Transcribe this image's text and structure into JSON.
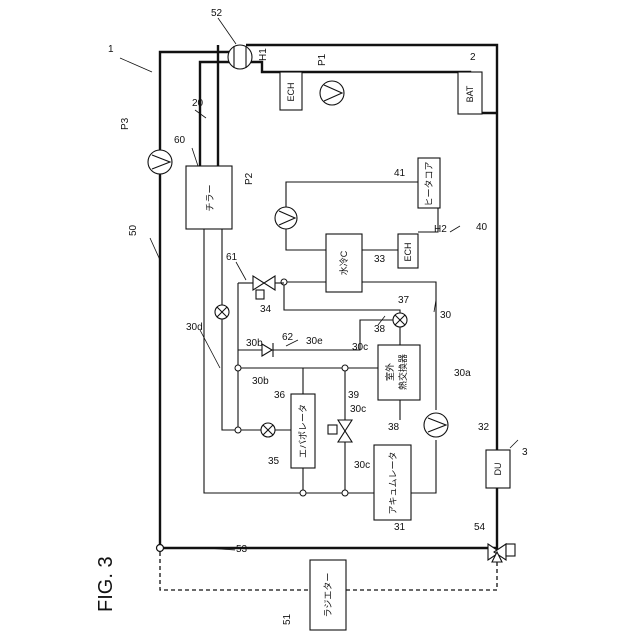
{
  "figure_title": "FIG. 3",
  "components": {
    "chiller": "チラー",
    "water_cooled_condenser": "水冷C",
    "heater_core": "ヒータコア",
    "ech_h2": "ECH",
    "ech_h1": "ECH",
    "battery": "BAT",
    "evaporator": "エバポレータ",
    "accumulator": "アキュムレータ",
    "outdoor_hx_line1": "室外",
    "outdoor_hx_line2": "熱交換器",
    "drive_unit": "DU",
    "radiator": "ラジエター"
  },
  "refs": {
    "r1": "1",
    "r2": "2",
    "r3": "3",
    "r20": "20",
    "r30": "30",
    "r30a": "30a",
    "r30b_top": "30b",
    "r30b_low": "30b",
    "r30c_1": "30c",
    "r30c_2": "30c",
    "r30c_3": "30c",
    "r30d": "30d",
    "r30e": "30e",
    "r31": "31",
    "r32": "32",
    "r33": "33",
    "r34": "34",
    "r35": "35",
    "r36": "36",
    "r37": "37",
    "r38a": "38",
    "r38b": "38",
    "r39": "39",
    "r40": "40",
    "r41": "41",
    "r50": "50",
    "r51": "51",
    "r52": "52",
    "r53": "53",
    "r54": "54",
    "r60": "60",
    "r61": "61",
    "r62": "62",
    "rH1": "H1",
    "rH2": "H2",
    "rP1": "P1",
    "rP2": "P2",
    "rP3": "P3"
  }
}
